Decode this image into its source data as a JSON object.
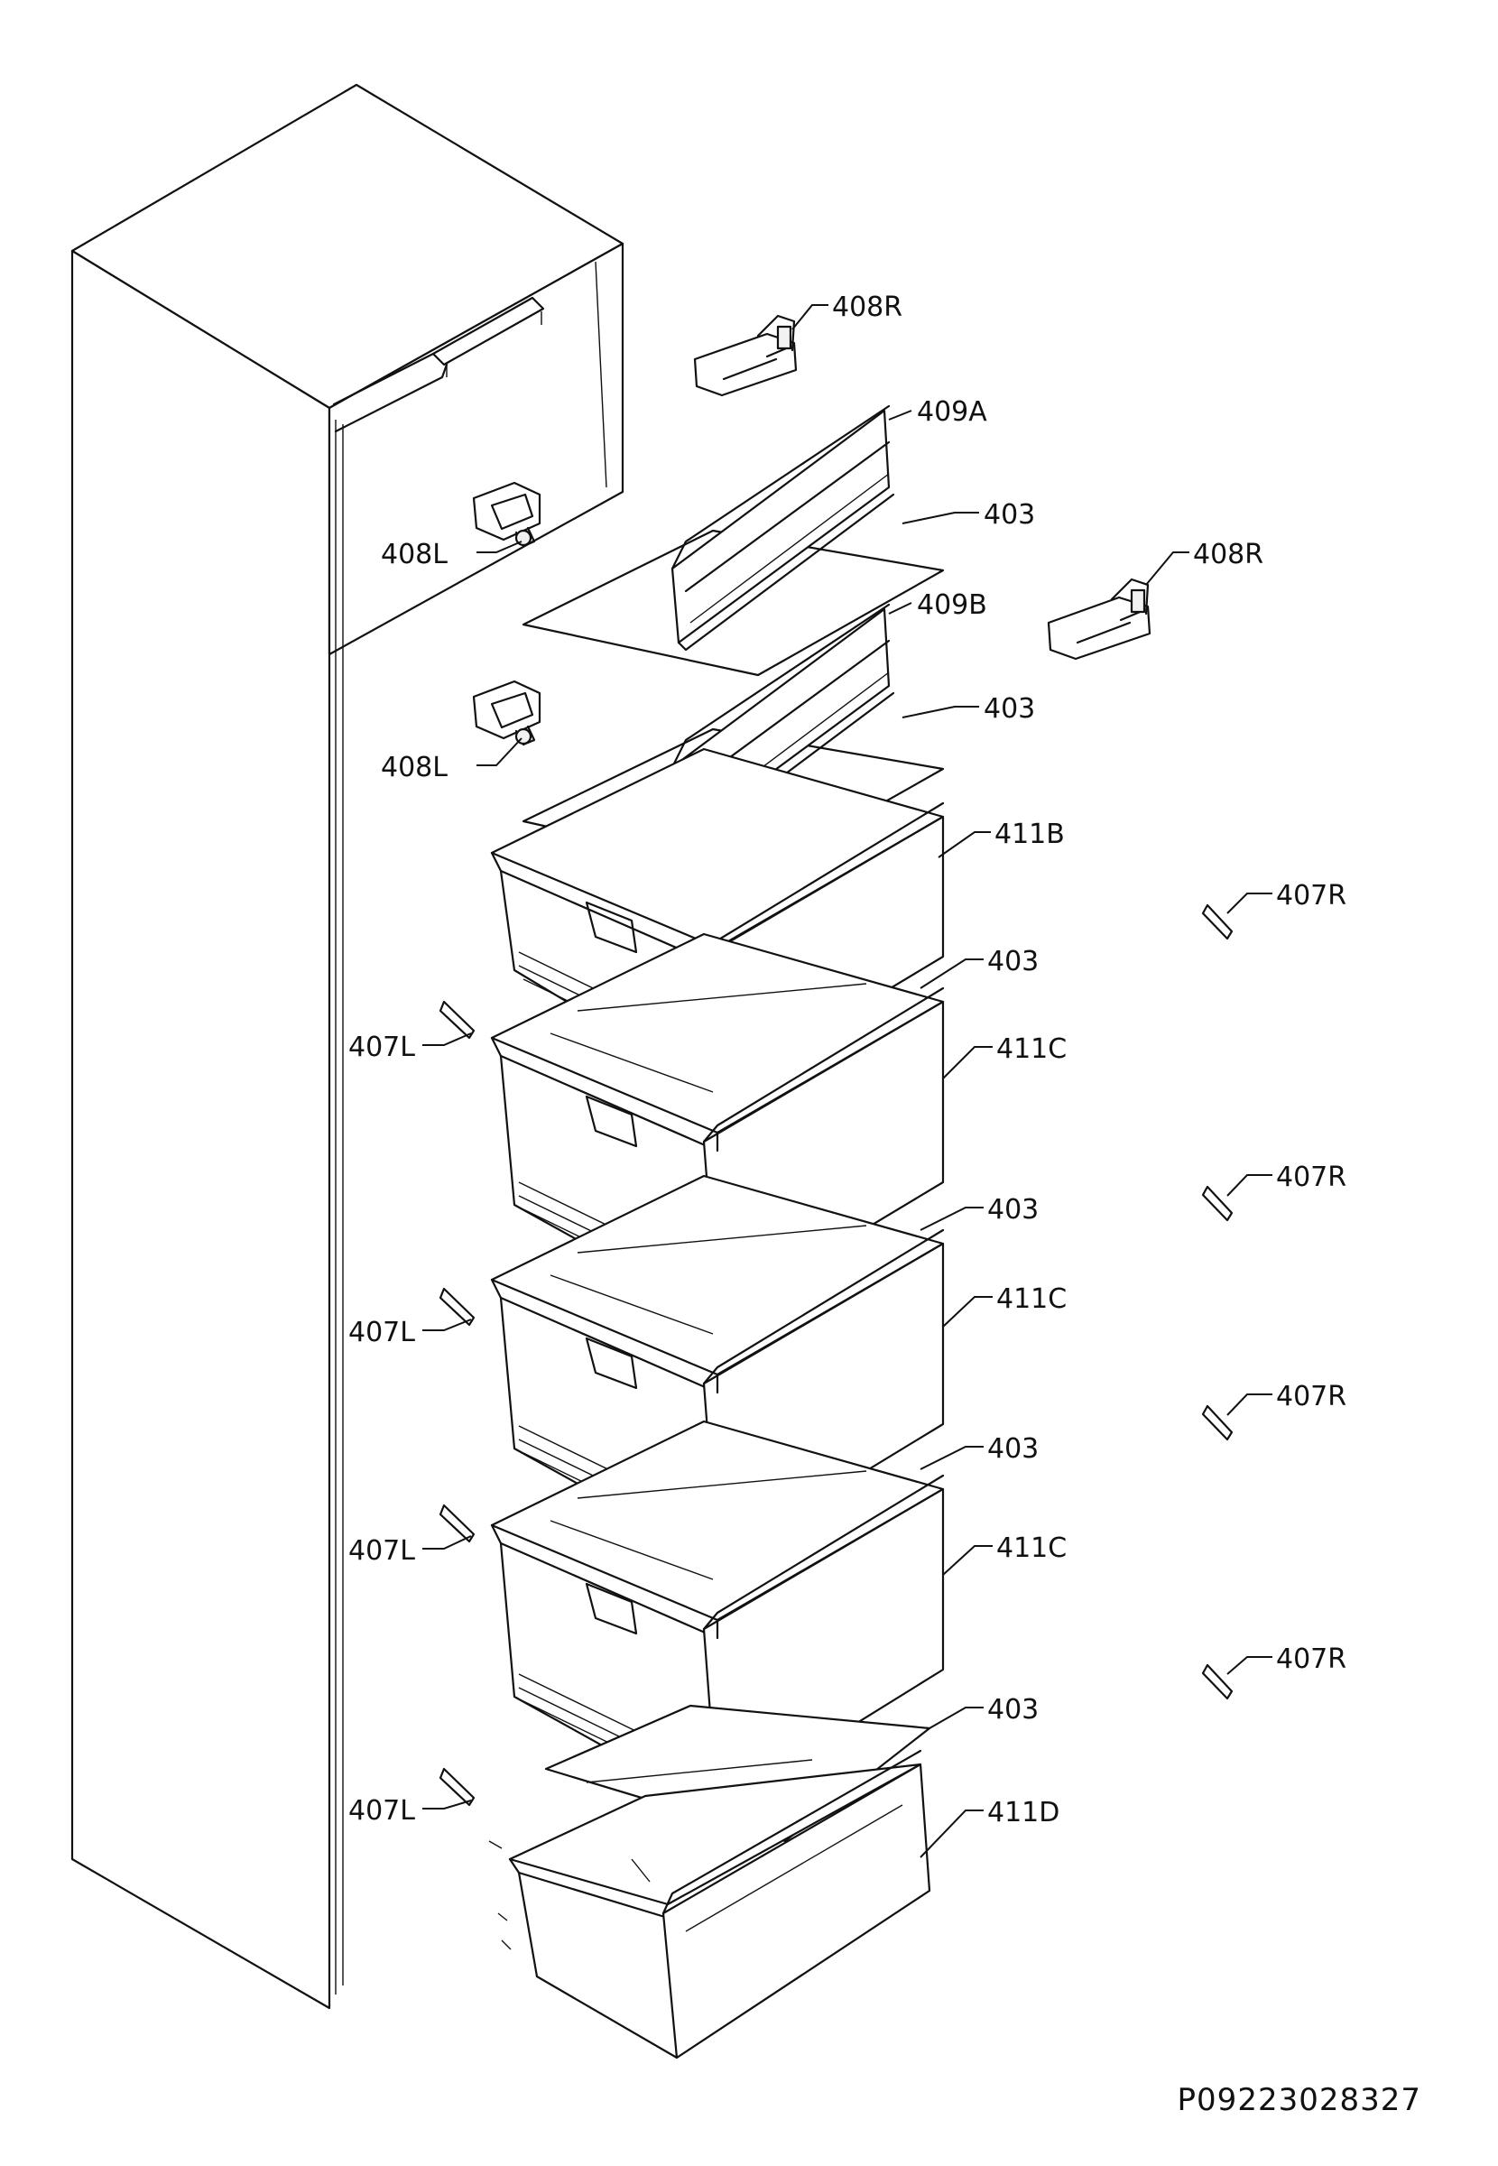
{
  "diagram": {
    "reference_code": "P09223028327",
    "labels": {
      "l408R_top": "408R",
      "l409A": "409A",
      "l403_1": "403",
      "l408L_1": "408L",
      "l408R_mid": "408R",
      "l409B": "409B",
      "l403_2": "403",
      "l408L_2": "408L",
      "l411B": "411B",
      "l407R_1": "407R",
      "l403_3": "403",
      "l407L_1": "407L",
      "l411C_1": "411C",
      "l407R_2": "407R",
      "l403_4": "403",
      "l411C_2": "411C",
      "l407L_2": "407L",
      "l407R_3": "407R",
      "l403_5": "403",
      "l407L_3": "407L",
      "l411C_3": "411C",
      "l407R_4": "407R",
      "l403_6": "403",
      "l407L_4": "407L",
      "l411D": "411D"
    }
  }
}
